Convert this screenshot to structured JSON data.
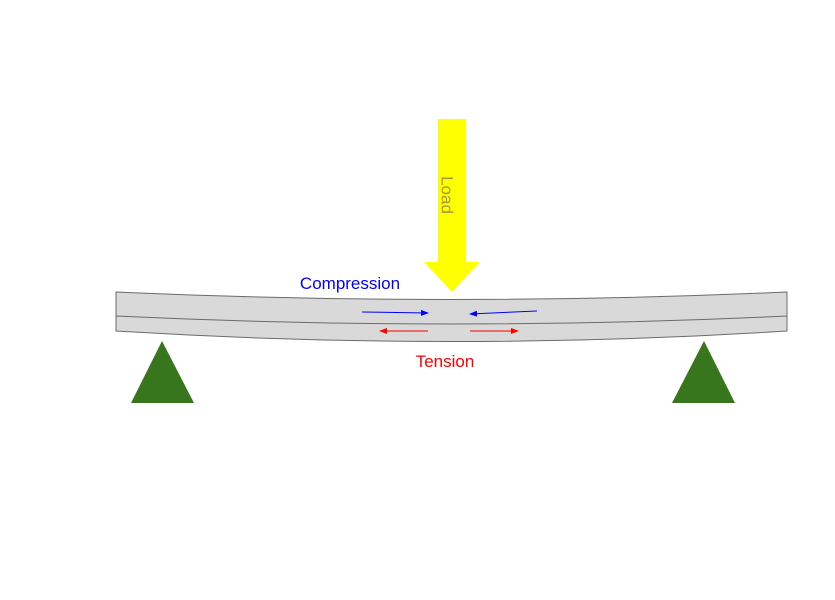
{
  "labels": {
    "load": "Load",
    "compression": "Compression",
    "tension": "Tension"
  },
  "colors": {
    "load_arrow": "#ffff00",
    "load_text": "#a89b3a",
    "beam_fill": "#d9d9d9",
    "beam_stroke": "#6b6b6b",
    "support": "#38761d",
    "compression": "#0000ff",
    "tension": "#ff0000"
  }
}
